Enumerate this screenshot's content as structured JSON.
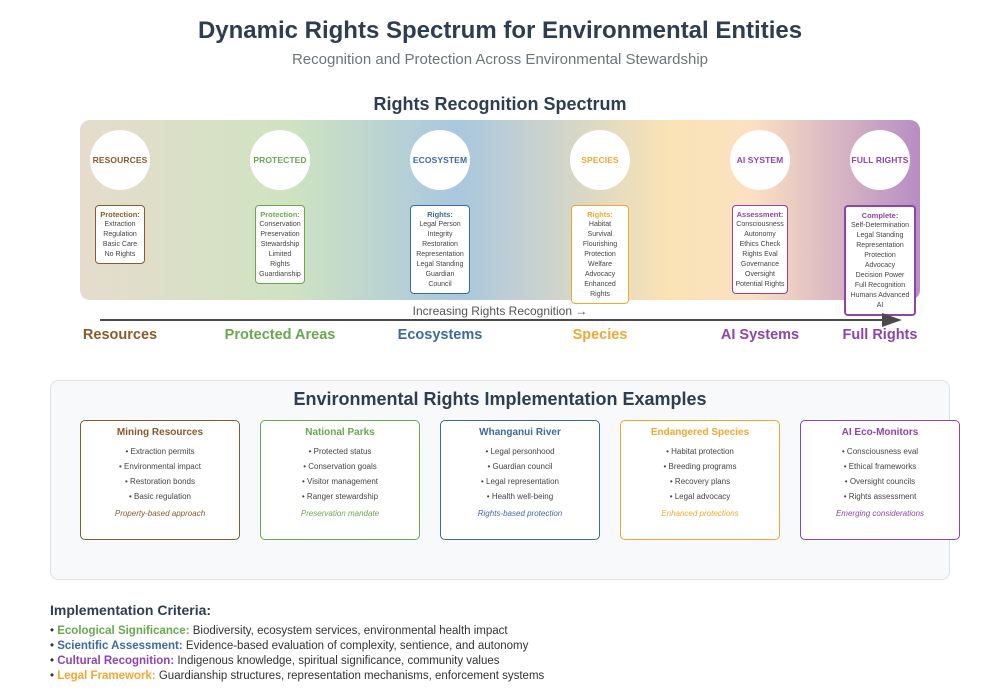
{
  "title": "Dynamic Rights Spectrum for Environmental Entities",
  "subtitle": "Recognition and Protection Across Environmental Stewardship",
  "spectrum": {
    "title": "Rights Recognition Spectrum",
    "axis_label": "Increasing Rights Recognition →",
    "stages": [
      {
        "circle": "RESOURCES",
        "color": "#8b5a2b",
        "head": "Protection:",
        "items": [
          "Extraction",
          "Regulation",
          "Basic Care",
          "No Rights"
        ]
      },
      {
        "circle": "PROTECTED",
        "color": "#6aa84f",
        "head": "Protection:",
        "items": [
          "Conservation",
          "Preservation",
          "Stewardship",
          "Limited Rights",
          "Guardianship"
        ]
      },
      {
        "circle": "ECOSYSTEM",
        "color": "#3d6aa0",
        "head": "Rights:",
        "items": [
          "Legal Person",
          "Integrity",
          "Restoration",
          "Representation",
          "Legal Standing",
          "Guardian Council"
        ]
      },
      {
        "circle": "SPECIES",
        "color": "#f0a830",
        "head": "Rights:",
        "items": [
          "Habitat",
          "Survival",
          "Flourishing",
          "Protection",
          "Welfare",
          "Advocacy",
          "Enhanced Rights"
        ]
      },
      {
        "circle": "AI SYSTEM",
        "color": "#8e44ad",
        "head": "Assessment:",
        "items": [
          "Consciousness",
          "Autonomy",
          "Ethics Check",
          "Rights Eval",
          "Governance",
          "Oversight",
          "Potential Rights"
        ]
      },
      {
        "circle": "FULL RIGHTS",
        "color": "#8e44ad",
        "head": "Complete:",
        "items": [
          "Self-Determination",
          "Legal Standing",
          "Representation",
          "Protection",
          "Advocacy",
          "Decision Power",
          "Full Recognition",
          "Humans Advanced AI"
        ]
      }
    ],
    "categories": [
      {
        "label": "Resources",
        "color": "#8b5a2b"
      },
      {
        "label": "Protected Areas",
        "color": "#6aa84f"
      },
      {
        "label": "Ecosystems",
        "color": "#3d6aa0"
      },
      {
        "label": "Species",
        "color": "#f0a830"
      },
      {
        "label": "AI Systems",
        "color": "#8e44ad"
      },
      {
        "label": "Full Rights",
        "color": "#8e44ad"
      }
    ]
  },
  "examples": {
    "title": "Environmental Rights Implementation Examples",
    "cards": [
      {
        "title": "Mining Resources",
        "color": "#8b5a2b",
        "items": [
          "• Extraction permits",
          "• Environmental impact",
          "• Restoration bonds",
          "• Basic regulation"
        ],
        "approach": "Property-based approach"
      },
      {
        "title": "National Parks",
        "color": "#6aa84f",
        "items": [
          "• Protected status",
          "• Conservation goals",
          "• Visitor management",
          "• Ranger stewardship"
        ],
        "approach": "Preservation mandate"
      },
      {
        "title": "Whanganui River",
        "color": "#3d6aa0",
        "items": [
          "• Legal personhood",
          "• Guardian council",
          "• Legal representation",
          "• Health well-being"
        ],
        "approach": "Rights-based protection"
      },
      {
        "title": "Endangered Species",
        "color": "#f0a830",
        "items": [
          "• Habitat protection",
          "• Breeding programs",
          "• Recovery plans",
          "• Legal advocacy"
        ],
        "approach": "Enhanced protections"
      },
      {
        "title": "AI Eco-Monitors",
        "color": "#8e44ad",
        "items": [
          "• Consciousness eval",
          "• Ethical frameworks",
          "• Oversight councils",
          "• Rights assessment"
        ],
        "approach": "Emerging considerations"
      }
    ]
  },
  "criteria": {
    "title": "Implementation Criteria:",
    "items": [
      {
        "label": "Ecological Significance:",
        "color": "#6aa84f",
        "text": "Biodiversity, ecosystem services, environmental health impact"
      },
      {
        "label": "Scientific Assessment:",
        "color": "#3d6aa0",
        "text": "Evidence-based evaluation of complexity, sentience, and autonomy"
      },
      {
        "label": "Cultural Recognition:",
        "color": "#8e44ad",
        "text": "Indigenous knowledge, spiritual significance, community values"
      },
      {
        "label": "Legal Framework:",
        "color": "#f0a830",
        "text": "Guardianship structures, representation mechanisms, enforcement systems"
      }
    ]
  }
}
